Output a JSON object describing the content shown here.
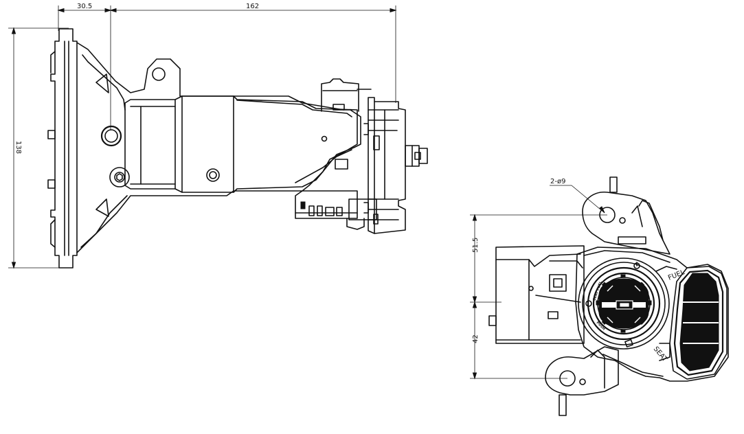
{
  "dimensions": {
    "width_left": "30.5",
    "width_main": "162",
    "height_total": "138",
    "hole_callout": "2-ø9",
    "height_upper": "51.5",
    "height_lower": "42"
  },
  "switch_labels": {
    "fuel": "FUEL",
    "seat": "SEAT",
    "seat_fuel": "SEAT FUEL",
    "push": "PUSH"
  }
}
